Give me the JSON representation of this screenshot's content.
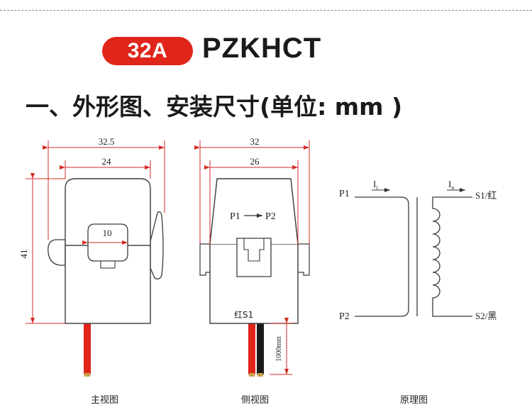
{
  "header": {
    "badge_label": "32A",
    "model_name": "PZKHCT",
    "section_title": "一、外形图、安装尺寸(单位: mm )"
  },
  "front_view": {
    "dim_outer_width": "32.5",
    "dim_inner_width": "24",
    "dim_height": "41",
    "dim_window": "10",
    "caption": "主视图"
  },
  "side_view": {
    "dim_outer_width": "32",
    "dim_inner_width": "26",
    "flow_label_p1": "P1",
    "flow_label_p2": "P2",
    "lead_label": "红S1",
    "lead_length": "1000mm",
    "caption": "侧视图"
  },
  "schematic": {
    "p1_label": "P1",
    "p2_label": "P2",
    "s1_label": "S1/红",
    "s2_label": "S2/黑",
    "input_current": "I",
    "input_sub": "i",
    "output_current": "I",
    "output_sub": "o",
    "caption": "原理图"
  },
  "colors": {
    "accent": "#e0251b",
    "dimension_line": "#d42a24",
    "outline": "#3a3a3a",
    "body_fill": "#ffffff"
  }
}
